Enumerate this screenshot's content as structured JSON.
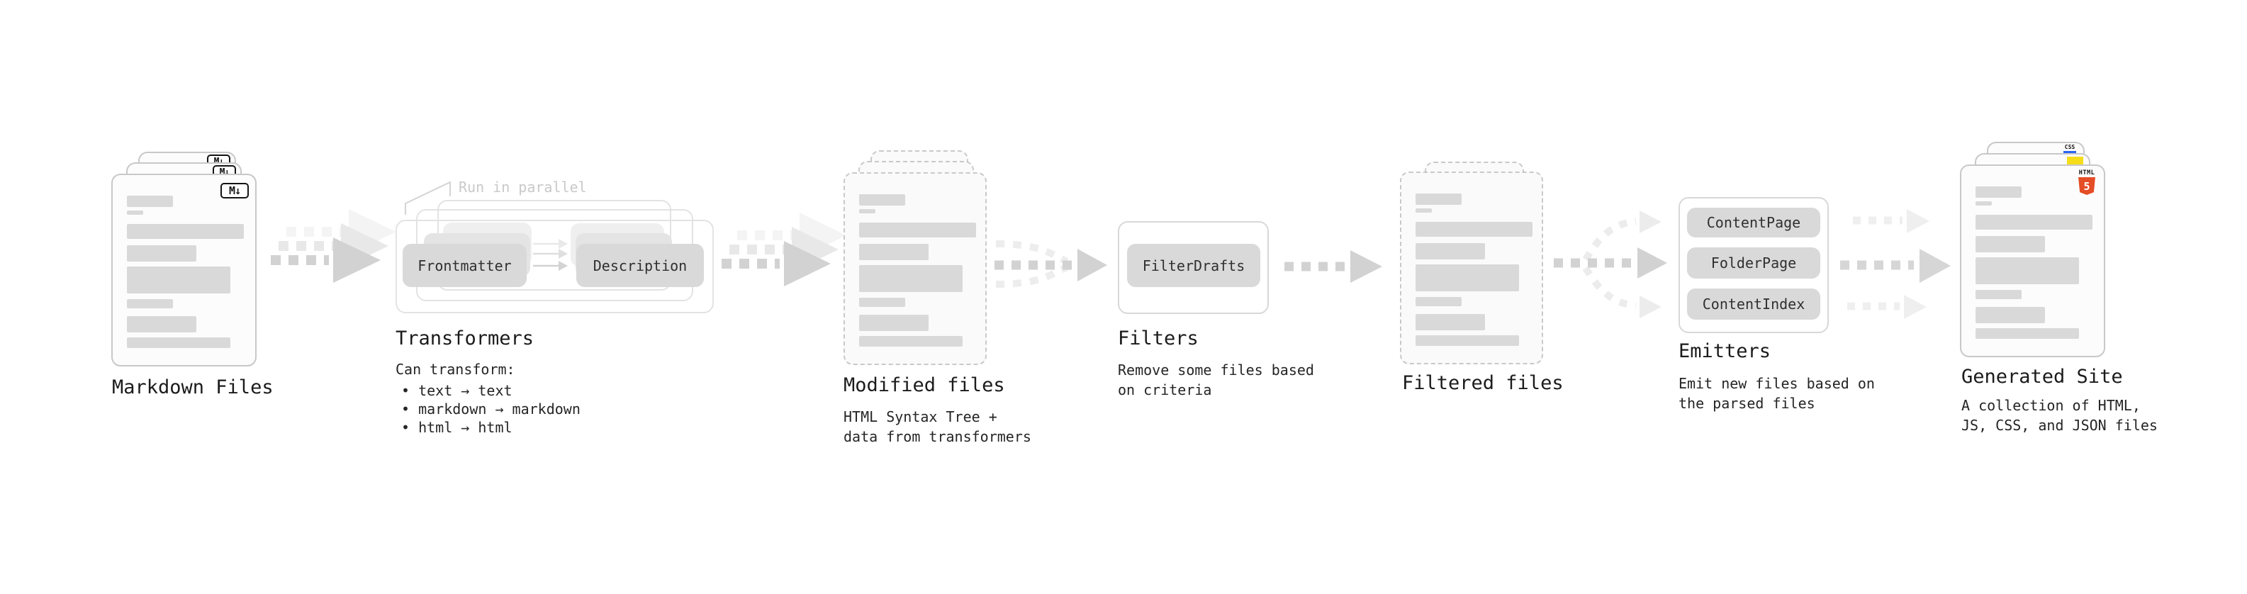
{
  "stages": {
    "markdown": {
      "title": "Markdown Files",
      "badge": "M↓"
    },
    "transformers": {
      "title": "Transformers",
      "note": "Run in parallel",
      "pill_left": "Frontmatter",
      "pill_right": "Description",
      "caption": "Can transform:",
      "bullets": [
        "• text → text",
        "• markdown → markdown",
        "• html → html"
      ]
    },
    "modified": {
      "title": "Modified files",
      "lines": [
        "HTML Syntax Tree +",
        "data from transformers"
      ]
    },
    "filters": {
      "title": "Filters",
      "pill": "FilterDrafts",
      "lines": [
        "Remove some files based",
        "on criteria"
      ]
    },
    "filtered": {
      "title": "Filtered files"
    },
    "emitters": {
      "title": "Emitters",
      "pills": [
        "ContentPage",
        "FolderPage",
        "ContentIndex"
      ],
      "lines": [
        "Emit new files based on",
        "the parsed files"
      ]
    },
    "generated": {
      "title": "Generated Site",
      "lines": [
        "A collection of HTML,",
        "JS, CSS, and JSON files"
      ],
      "html_logo": {
        "word": "HTML",
        "number": "5"
      },
      "css_logo": "CSS"
    }
  },
  "colors": {
    "html_orange": "#e44d26",
    "js_yellow": "#f5de19",
    "css_blue": "#2965f1",
    "arrow_dark": "#d2d2d2",
    "placeholder_gray": "#d9d9d9"
  }
}
